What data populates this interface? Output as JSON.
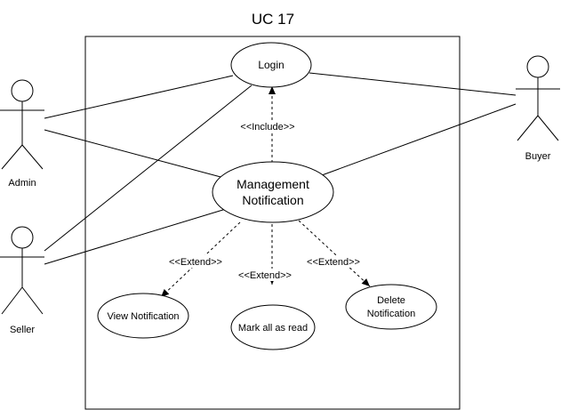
{
  "title": "UC 17",
  "actors": {
    "admin": "Admin",
    "seller": "Seller",
    "buyer": "Buyer"
  },
  "use_cases": {
    "login": "Login",
    "management_line1": "Management",
    "management_line2": "Notification",
    "view": "View Notification",
    "mark": "Mark all as read",
    "delete_line1": "Delete",
    "delete_line2": "Notification"
  },
  "relations": {
    "include": "<<Include>>",
    "extend_view": "<<Extend>>",
    "extend_mark": "<<Extend>>",
    "extend_delete": "<<Extend>>"
  }
}
